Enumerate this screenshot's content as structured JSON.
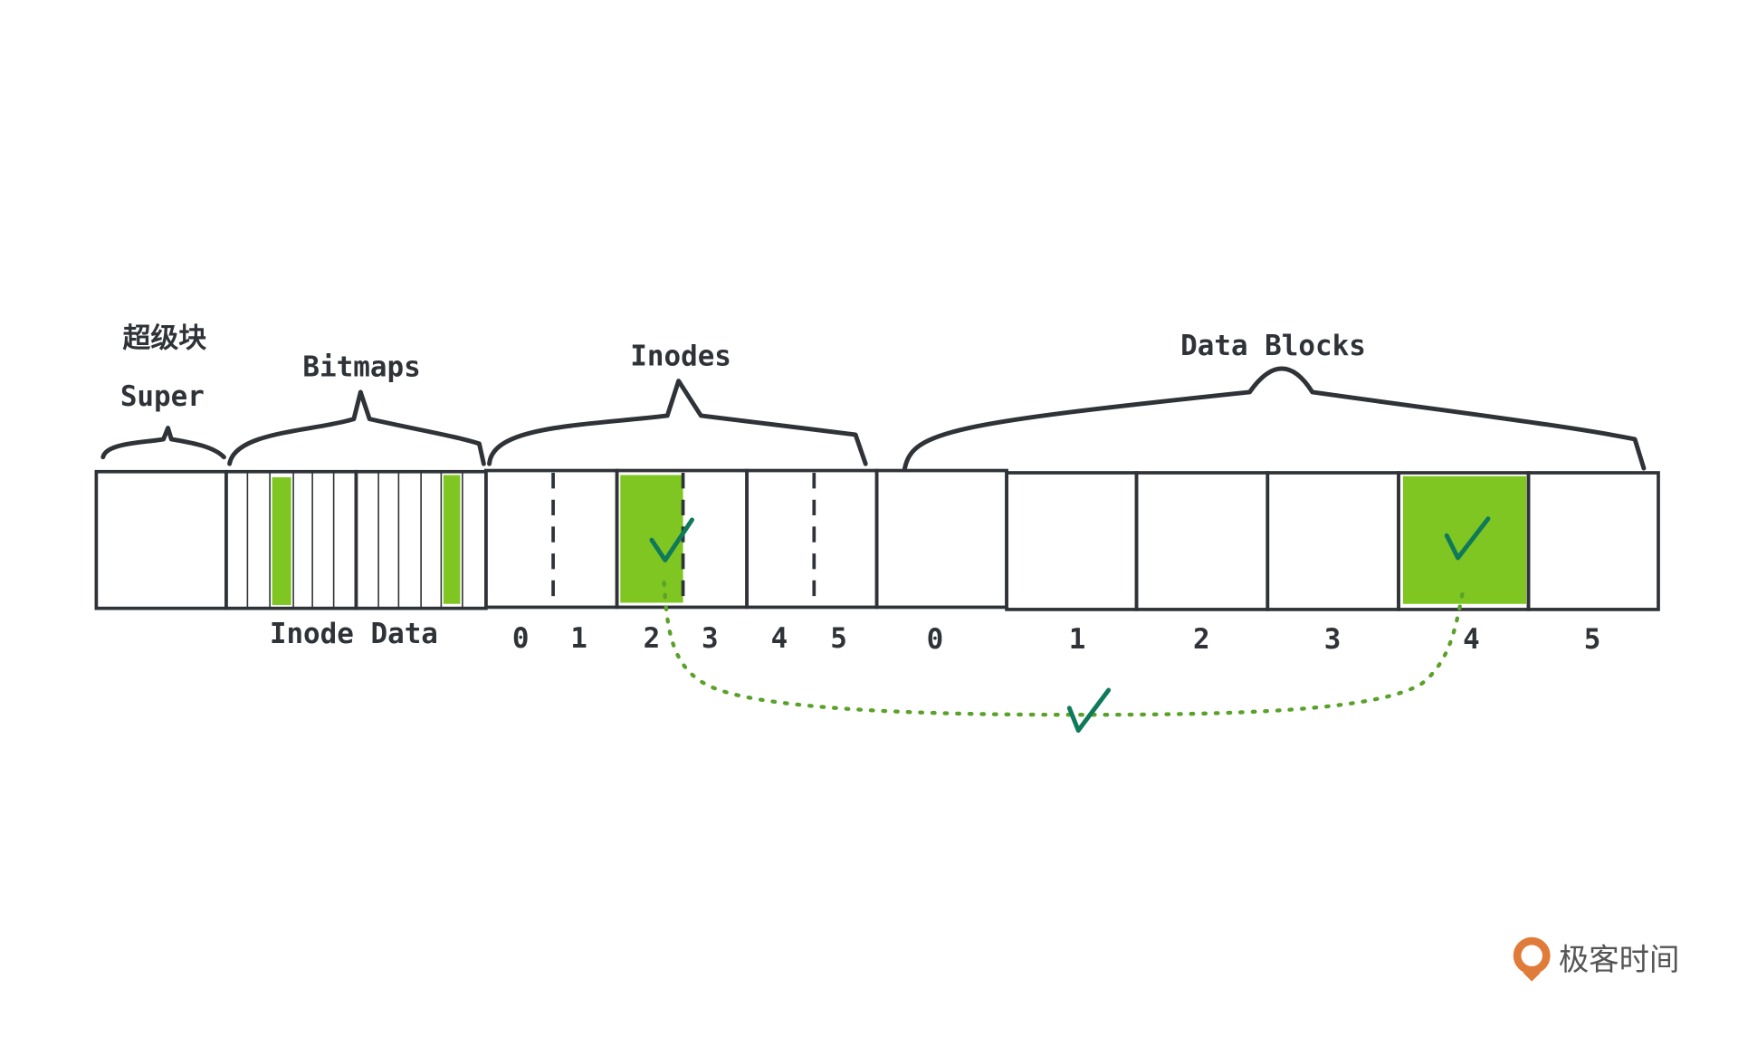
{
  "labels": {
    "super_cn": "超级块",
    "super": "Super",
    "bitmaps": "Bitmaps",
    "inodes": "Inodes",
    "data_blocks": "Data Blocks",
    "inode_data": "Inode Data"
  },
  "inode_indices": [
    "0",
    "1",
    "2",
    "3",
    "4",
    "5"
  ],
  "data_block_indices": [
    "0",
    "1",
    "2",
    "3",
    "4",
    "5"
  ],
  "highlighted": {
    "inode": 2,
    "data_block": 4
  },
  "colors": {
    "highlight": "#7fc622",
    "check": "#0e7a5a",
    "link": "#5aa12a",
    "stroke": "#2f3338"
  },
  "logo": {
    "text": "极客时间",
    "color": "#e07b39"
  }
}
